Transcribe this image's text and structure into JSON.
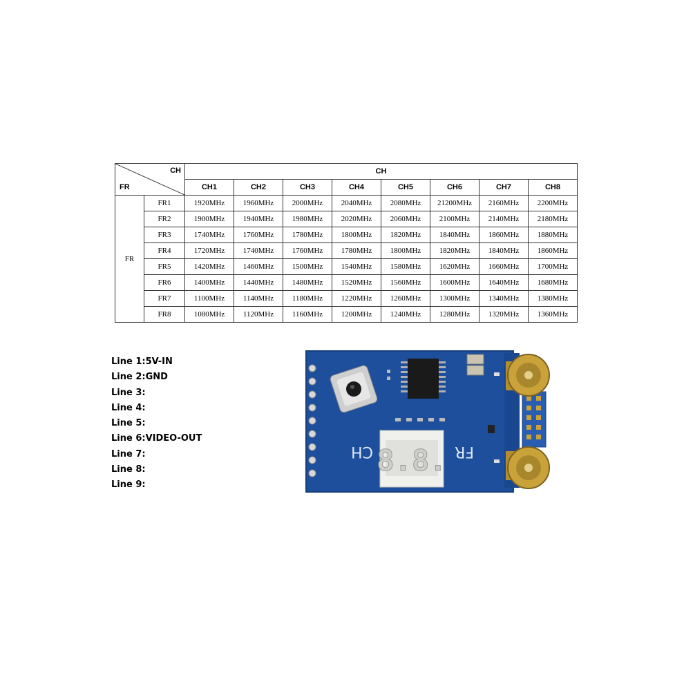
{
  "table": {
    "corner_col_label": "CH",
    "corner_row_label": "FR",
    "ch_header": "CH",
    "fr_group_label": "FR",
    "channels": [
      "CH1",
      "CH2",
      "CH3",
      "CH4",
      "CH5",
      "CH6",
      "CH7",
      "CH8"
    ],
    "rows": [
      {
        "name": "FR1",
        "values": [
          "1920MHz",
          "1960MHz",
          "2000MHz",
          "2040MHz",
          "2080MHz",
          "21200MHz",
          "2160MHz",
          "2200MHz"
        ]
      },
      {
        "name": "FR2",
        "values": [
          "1900MHz",
          "1940MHz",
          "1980MHz",
          "2020MHz",
          "2060MHz",
          "2100MHz",
          "2140MHz",
          "2180MHz"
        ]
      },
      {
        "name": "FR3",
        "values": [
          "1740MHz",
          "1760MHz",
          "1780MHz",
          "1800MHz",
          "1820MHz",
          "1840MHz",
          "1860MHz",
          "1880MHz"
        ]
      },
      {
        "name": "FR4",
        "values": [
          "1720MHz",
          "1740MHz",
          "1760MHz",
          "1780MHz",
          "1800MHz",
          "1820MHz",
          "1840MHz",
          "1860MHz"
        ]
      },
      {
        "name": "FR5",
        "values": [
          "1420MHz",
          "1460MHz",
          "1500MHz",
          "1540MHz",
          "1580MHz",
          "1620MHz",
          "1660MHz",
          "1700MHz"
        ]
      },
      {
        "name": "FR6",
        "values": [
          "1400MHz",
          "1440MHz",
          "1480MHz",
          "1520MHz",
          "1560MHz",
          "1600MHz",
          "1640MHz",
          "1680MHz"
        ]
      },
      {
        "name": "FR7",
        "values": [
          "1100MHz",
          "1140MHz",
          "1180MHz",
          "1220MHz",
          "1260MHz",
          "1300MHz",
          "1340MHz",
          "1380MHz"
        ]
      },
      {
        "name": "FR8",
        "values": [
          "1080MHz",
          "1120MHz",
          "1160MHz",
          "1200MHz",
          "1240MHz",
          "1280MHz",
          "1320MHz",
          "1360MHz"
        ]
      }
    ]
  },
  "pins": [
    "Line 1:5V-IN",
    "Line 2:GND",
    "Line 3:",
    "Line 4:",
    "Line 5:",
    "Line 6:VIDEO-OUT",
    "Line 7:",
    "Line 8:",
    "Line 9:"
  ],
  "board": {
    "silkscreen_ch": "CH",
    "silkscreen_fr": "FR",
    "display_digits": "8.8.",
    "colors": {
      "pcb": "#1d4f9c",
      "pcb_dark": "#163f80",
      "gold": "#c9a23a",
      "display": "#f0f0ec"
    }
  }
}
